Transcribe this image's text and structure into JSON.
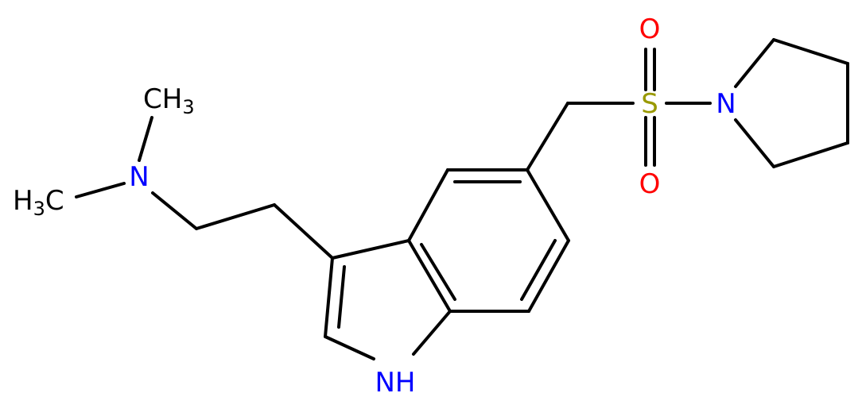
{
  "diagram": {
    "atoms": {
      "n_amine": "N",
      "methyl_top": "CH",
      "methyl_top_sub": "3",
      "methyl_left_h": "H",
      "methyl_left_sub": "3",
      "methyl_left_c": "C",
      "sulfur": "S",
      "oxygen_top": "O",
      "oxygen_bottom": "O",
      "n_pyrrolidine": "N",
      "nh_indole": "NH"
    },
    "colors": {
      "bond": "#000000",
      "carbon_label": "#000000",
      "nitrogen": "#0000ff",
      "oxygen": "#ff0000",
      "sulfur": "#999900"
    }
  }
}
